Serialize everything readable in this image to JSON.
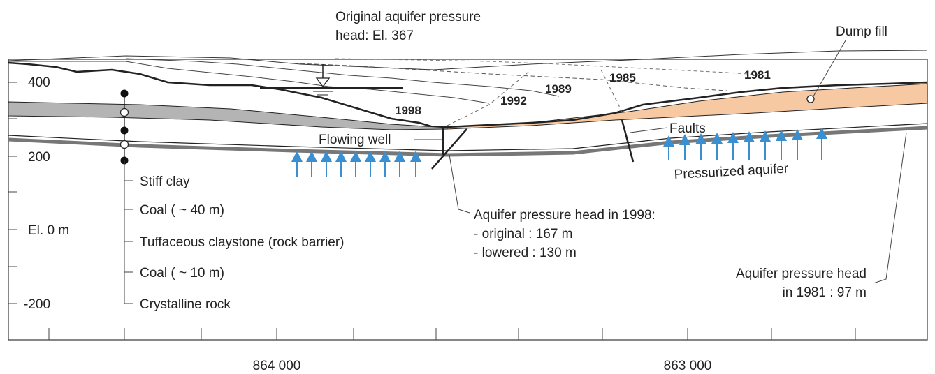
{
  "top_label": {
    "line1": "Original aquifer pressure",
    "line2": "head: El. 367"
  },
  "dump_fill": "Dump fill",
  "years": {
    "y1981": "1981",
    "y1985": "1985",
    "y1989": "1989",
    "y1992": "1992",
    "y1998": "1998"
  },
  "flowing_well": "Flowing well",
  "faults": "Faults",
  "pressurized_aquifer": "Pressurized aquifer",
  "elevation_ticks": [
    "400",
    "200",
    "El. 0 m",
    "-200"
  ],
  "legend": [
    "Stiff clay",
    "Coal ( ~ 40 m)",
    "Tuffaceous claystone (rock barrier)",
    "Coal ( ~ 10 m)",
    "Crystalline rock"
  ],
  "head_1998": {
    "line1": "Aquifer pressure head in 1998:",
    "line2": "- original  : 167 m",
    "line3": "- lowered : 130 m"
  },
  "head_1981": {
    "line1": "Aquifer pressure head",
    "line2": "in 1981 : 97 m"
  },
  "x_ticks": [
    "864 000",
    "863 000"
  ],
  "colors": {
    "dump_fill": "#f7c9a3",
    "coal_band": "#b4b4b4",
    "arrow": "#3a8fd0",
    "line": "#222222"
  }
}
